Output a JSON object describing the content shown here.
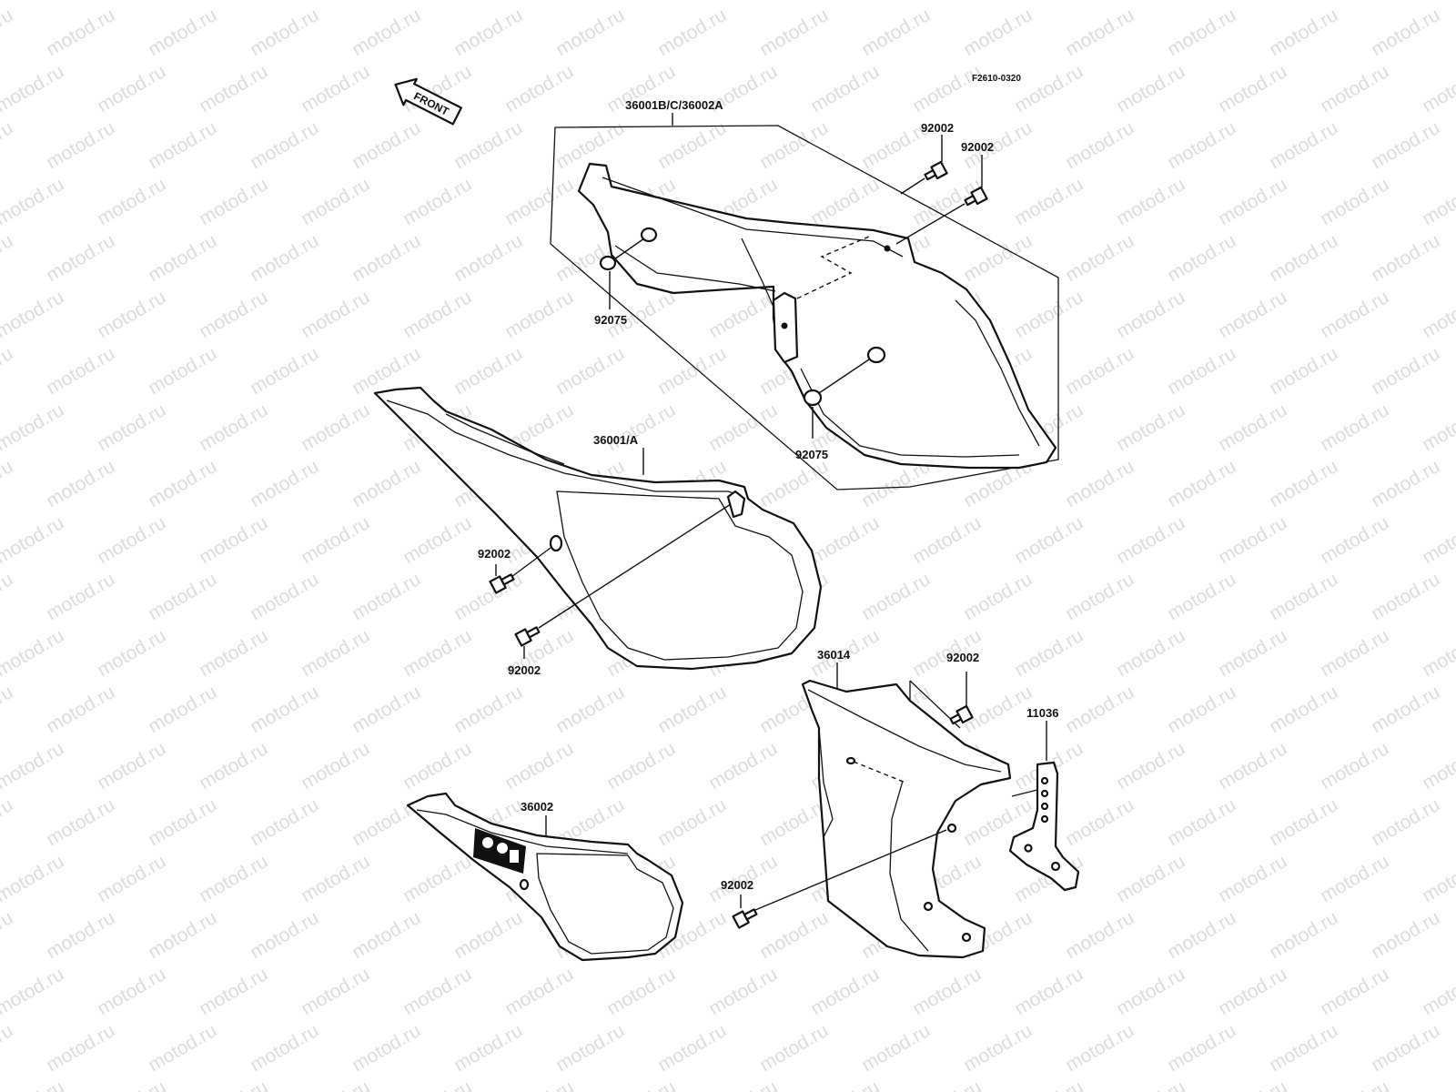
{
  "watermark": "motod.ru",
  "figure_code": "F2610-0320",
  "front_arrow": "FRONT",
  "callouts": {
    "top_assembly": "36001B/C/36002A",
    "top_bolt_1": "92002",
    "top_bolt_2": "92002",
    "top_grommet_left": "92075",
    "top_grommet_right": "92075",
    "middle_cover": "36001/A",
    "middle_bolt_upper": "92002",
    "middle_bolt_lower": "92002",
    "lower_cover": "36002",
    "guard": "36014",
    "guard_bolt_upper": "92002",
    "guard_bolt_lower": "92002",
    "bracket": "11036"
  }
}
